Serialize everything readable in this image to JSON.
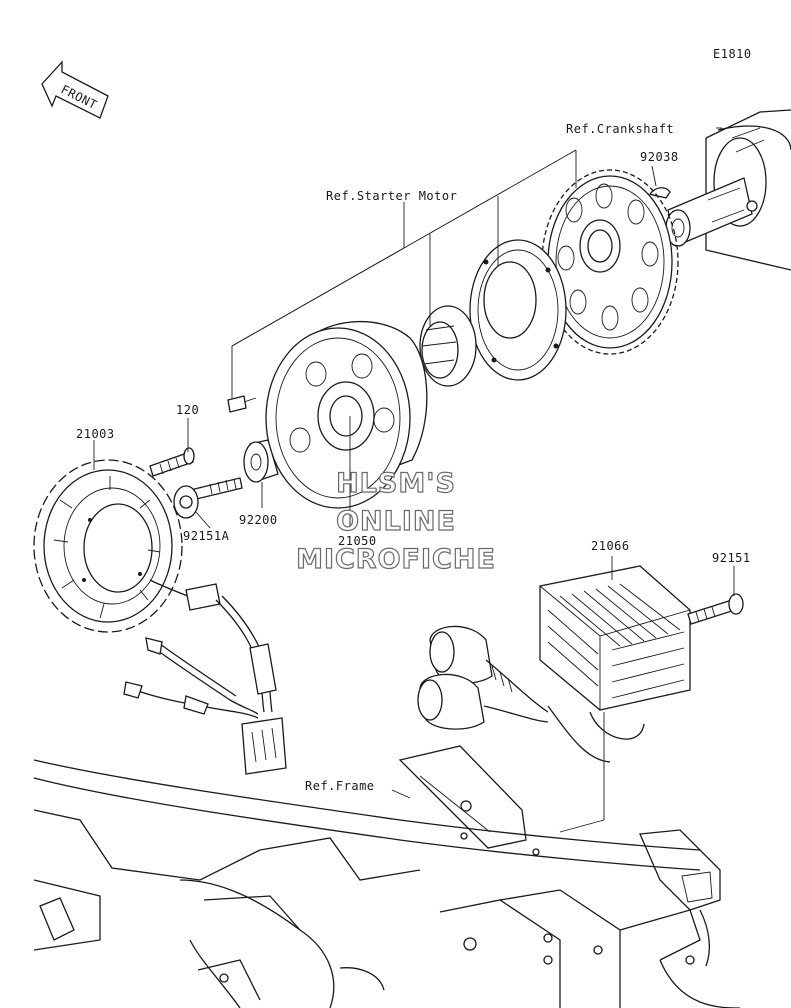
{
  "diagram": {
    "code": "E1810",
    "front_badge": "FRONT",
    "parts": {
      "p21003": "21003",
      "p120": "120",
      "p92151A": "92151A",
      "p92200": "92200",
      "p21050": "21050",
      "p21066": "21066",
      "p92151": "92151",
      "p92038": "92038"
    },
    "refs": {
      "crankshaft": "Ref.Crankshaft",
      "starter_motor": "Ref.Starter Motor",
      "frame": "Ref.Frame"
    },
    "watermark": {
      "line1": "HLSM'S",
      "line2": "ONLINE",
      "line3": "MICROFICHE"
    }
  }
}
